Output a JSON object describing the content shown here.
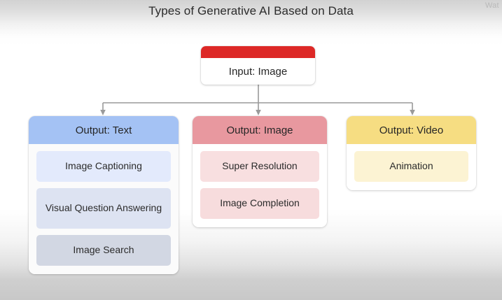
{
  "page": {
    "title": "Types of Generative AI Based on Data",
    "watermark": "Wat"
  },
  "colors": {
    "input_bar": "#dd2826",
    "text_header": "#a4c2f4",
    "image_header": "#e8989f",
    "video_header": "#f6dd82",
    "connector": "#9a9a9a"
  },
  "diagram": {
    "input": {
      "label": "Input: Image"
    },
    "outputs": [
      {
        "header": "Output: Text",
        "header_color": "#a4c2f4",
        "items": [
          {
            "label": "Image Captioning",
            "color": "#e3eafc"
          },
          {
            "label": "Visual Question Answering",
            "color": "#dde3f2"
          },
          {
            "label": "Image Search",
            "color": "#d2d7e3"
          }
        ]
      },
      {
        "header": "Output: Image",
        "header_color": "#e8989f",
        "items": [
          {
            "label": "Super Resolution",
            "color": "#f8dfe0"
          },
          {
            "label": "Image Completion",
            "color": "#f7dcdd"
          }
        ]
      },
      {
        "header": "Output: Video",
        "header_color": "#f6dd82",
        "items": [
          {
            "label": "Animation",
            "color": "#fcf3d3"
          }
        ]
      }
    ]
  }
}
